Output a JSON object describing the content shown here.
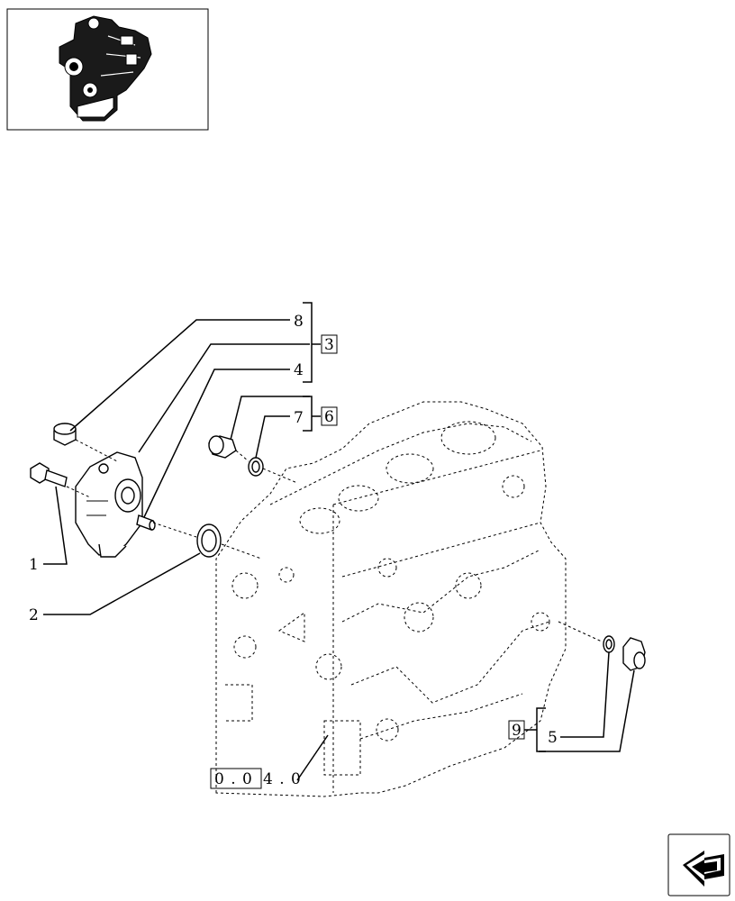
{
  "callouts": [
    {
      "id": "1",
      "text": "1"
    },
    {
      "id": "2",
      "text": "2"
    },
    {
      "id": "4",
      "text": "4"
    },
    {
      "id": "5",
      "text": "5"
    },
    {
      "id": "7",
      "text": "7"
    },
    {
      "id": "8",
      "text": "8"
    }
  ],
  "boxed_refs": {
    "ref3": "3",
    "ref6": "6",
    "ref9": "9"
  },
  "section_ref": {
    "boxed": "0 . 0",
    "suffix": "4 . 0"
  }
}
